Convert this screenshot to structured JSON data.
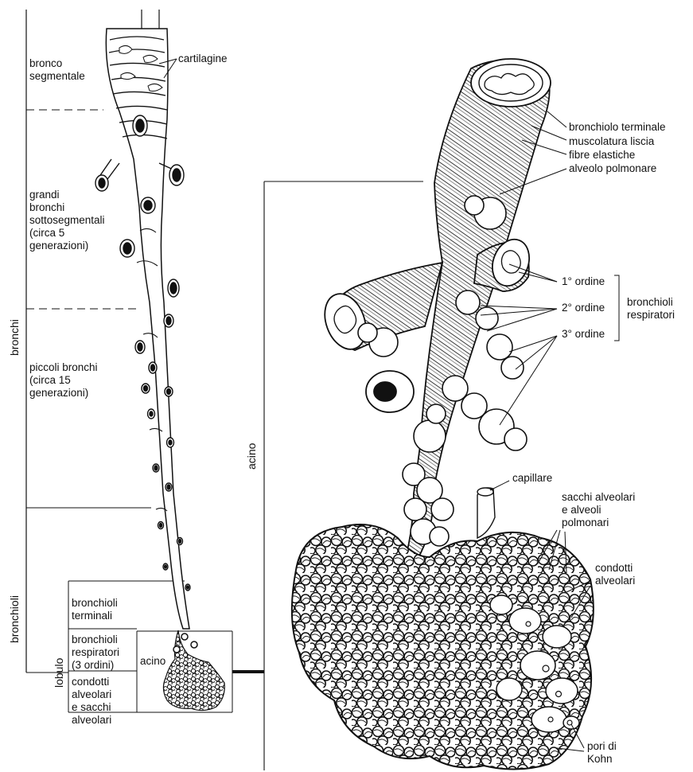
{
  "diagram": {
    "left_column": {
      "levels": [
        {
          "id": "bronco",
          "text": "bronco\nsegmentale"
        },
        {
          "id": "grandi",
          "text": "grandi\nbronchi\nsottosegmentali\n(circa 5\ngenerazioni)"
        },
        {
          "id": "piccoli",
          "text": "piccoli bronchi\n(circa 15\ngenerazioni)"
        }
      ],
      "group_bronchi": "bronchi",
      "group_bronchioli": "bronchioli",
      "group_lobulo": "lobulo",
      "lobulo_rows": [
        {
          "id": "terminali",
          "text": "bronchioli\nterminali"
        },
        {
          "id": "respiratori",
          "text": "bronchioli\nrespiratori\n(3 ordini)"
        },
        {
          "id": "condotti",
          "text": "condotti\nalveolari\ne sacchi\nalveolari"
        }
      ],
      "acino_box": "acino",
      "cartilagine": "cartilagine"
    },
    "right_column": {
      "acino_vertical": "acino",
      "labels": {
        "terminale": "bronchiolo terminale",
        "muscolatura": "muscolatura liscia",
        "fibre": "fibre elastiche",
        "alveolo": "alveolo polmonare",
        "ordine1": "1° ordine",
        "ordine2": "2° ordine",
        "ordine3": "3° ordine",
        "respiratori": "bronchioli\nrespiratori",
        "capillare": "capillare",
        "sacchi": "sacchi alveolari\ne alveoli\npolmonari",
        "condotti": "condotti\nalveolari",
        "pori": "pori di\nKohn"
      }
    }
  }
}
